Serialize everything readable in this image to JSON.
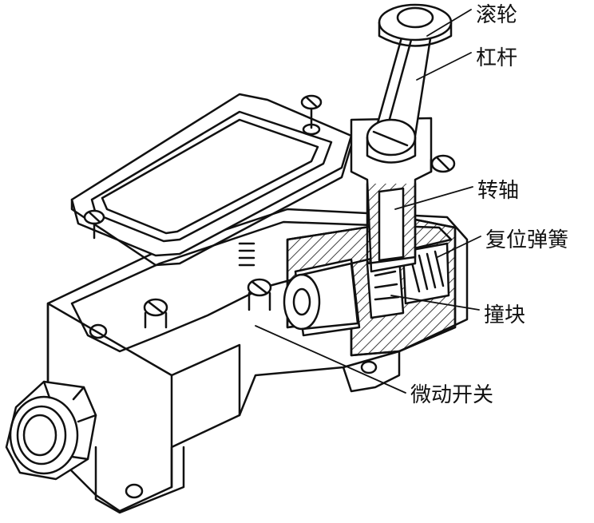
{
  "labels": {
    "roller": "滚轮",
    "lever": "杠杆",
    "shaft": "转轴",
    "return_spring": "复位弹簧",
    "striker_block": "撞块",
    "micro_switch": "微动开关"
  },
  "colors": {
    "line": "#111111",
    "background": "#ffffff"
  }
}
